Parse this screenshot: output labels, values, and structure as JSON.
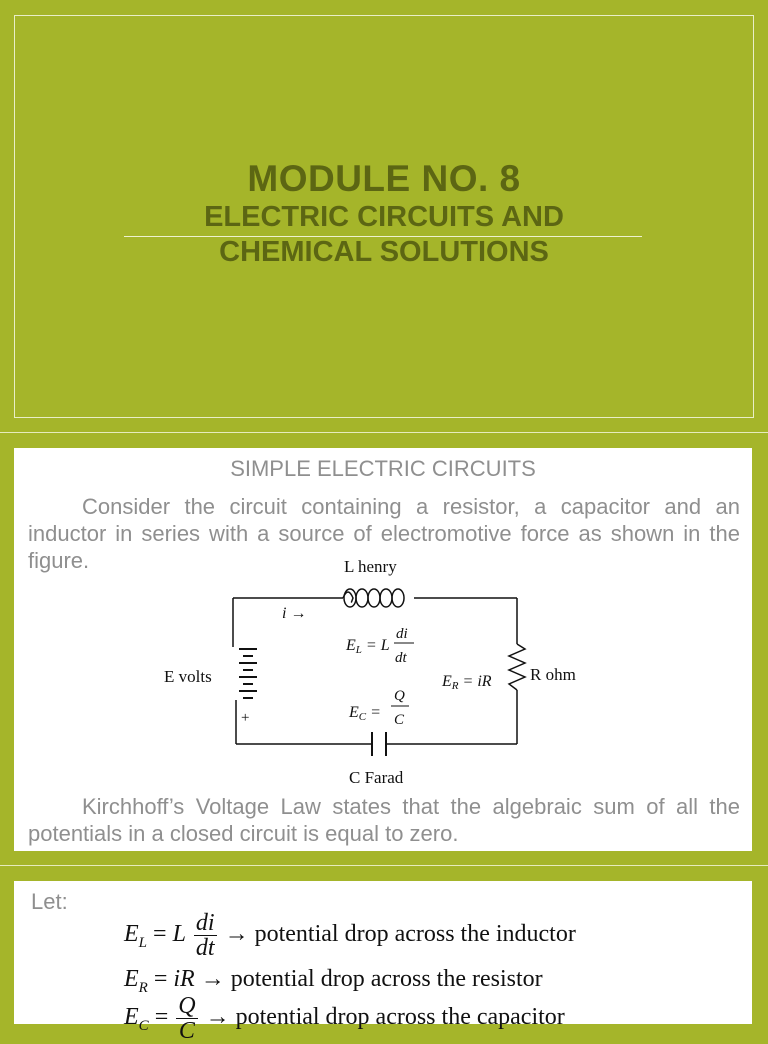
{
  "slide1": {
    "title": "MODULE NO. 8",
    "subtitle_line1": "ELECTRIC CIRCUITS AND",
    "subtitle_line2": "CHEMICAL SOLUTIONS"
  },
  "slide2": {
    "heading": "SIMPLE ELECTRIC CIRCUITS",
    "paragraph1": "Consider the circuit containing a resistor, a capacitor and an inductor in series with a source of electromotive force as shown in the figure.",
    "paragraph2": "Kirchhoff’s Voltage Law states that the algebraic sum of all the potentials in a closed circuit is equal to zero.",
    "circuit": {
      "inductor_label": "L henry",
      "current_label": "i →",
      "source_label": "E volts",
      "plus_label": "+",
      "resistor_label": "R ohm",
      "capacitor_label": "C Farad",
      "eq_inductor": "E_L = L di/dt",
      "eq_resistor": "E_R = iR",
      "eq_capacitor": "E_C = Q/C"
    }
  },
  "slide3": {
    "let_label": "Let:",
    "eq1_text": "→ potential drop across the inductor",
    "eq2_text": "→ potential drop across the resistor",
    "eq3_text": "→ potential drop across the capacitor"
  },
  "colors": {
    "background": "#a5b52a",
    "title_text": "#5c6613",
    "body_text": "#8f8f8f"
  }
}
